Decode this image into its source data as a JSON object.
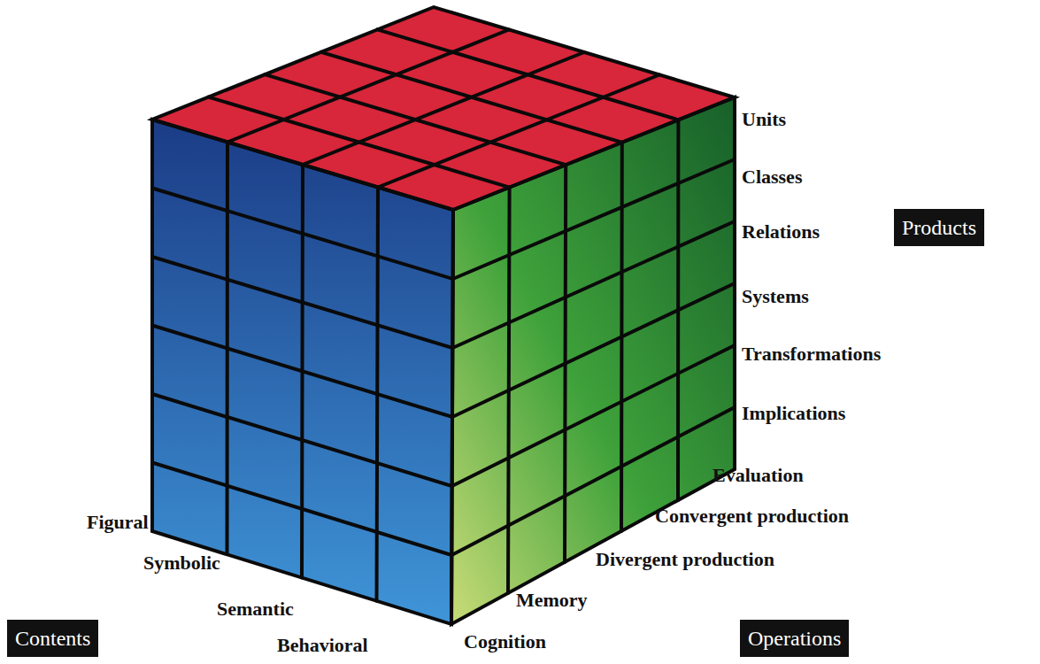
{
  "diagram": {
    "nodes": [
      {
        "text": [
          "Products"
        ]
      },
      {
        "text": [
          "Contents"
        ]
      },
      {
        "text": [
          "Operations"
        ]
      }
    ],
    "labels": [
      "Units",
      "Classes",
      "Relations",
      "Systems",
      "Transformations",
      "Implications",
      "Evaluation",
      "Convergent production",
      "Divergent production",
      "Memory",
      "Cognition",
      "Figural",
      "Symbolic",
      "Semantic",
      "Behavioral"
    ]
  }
}
